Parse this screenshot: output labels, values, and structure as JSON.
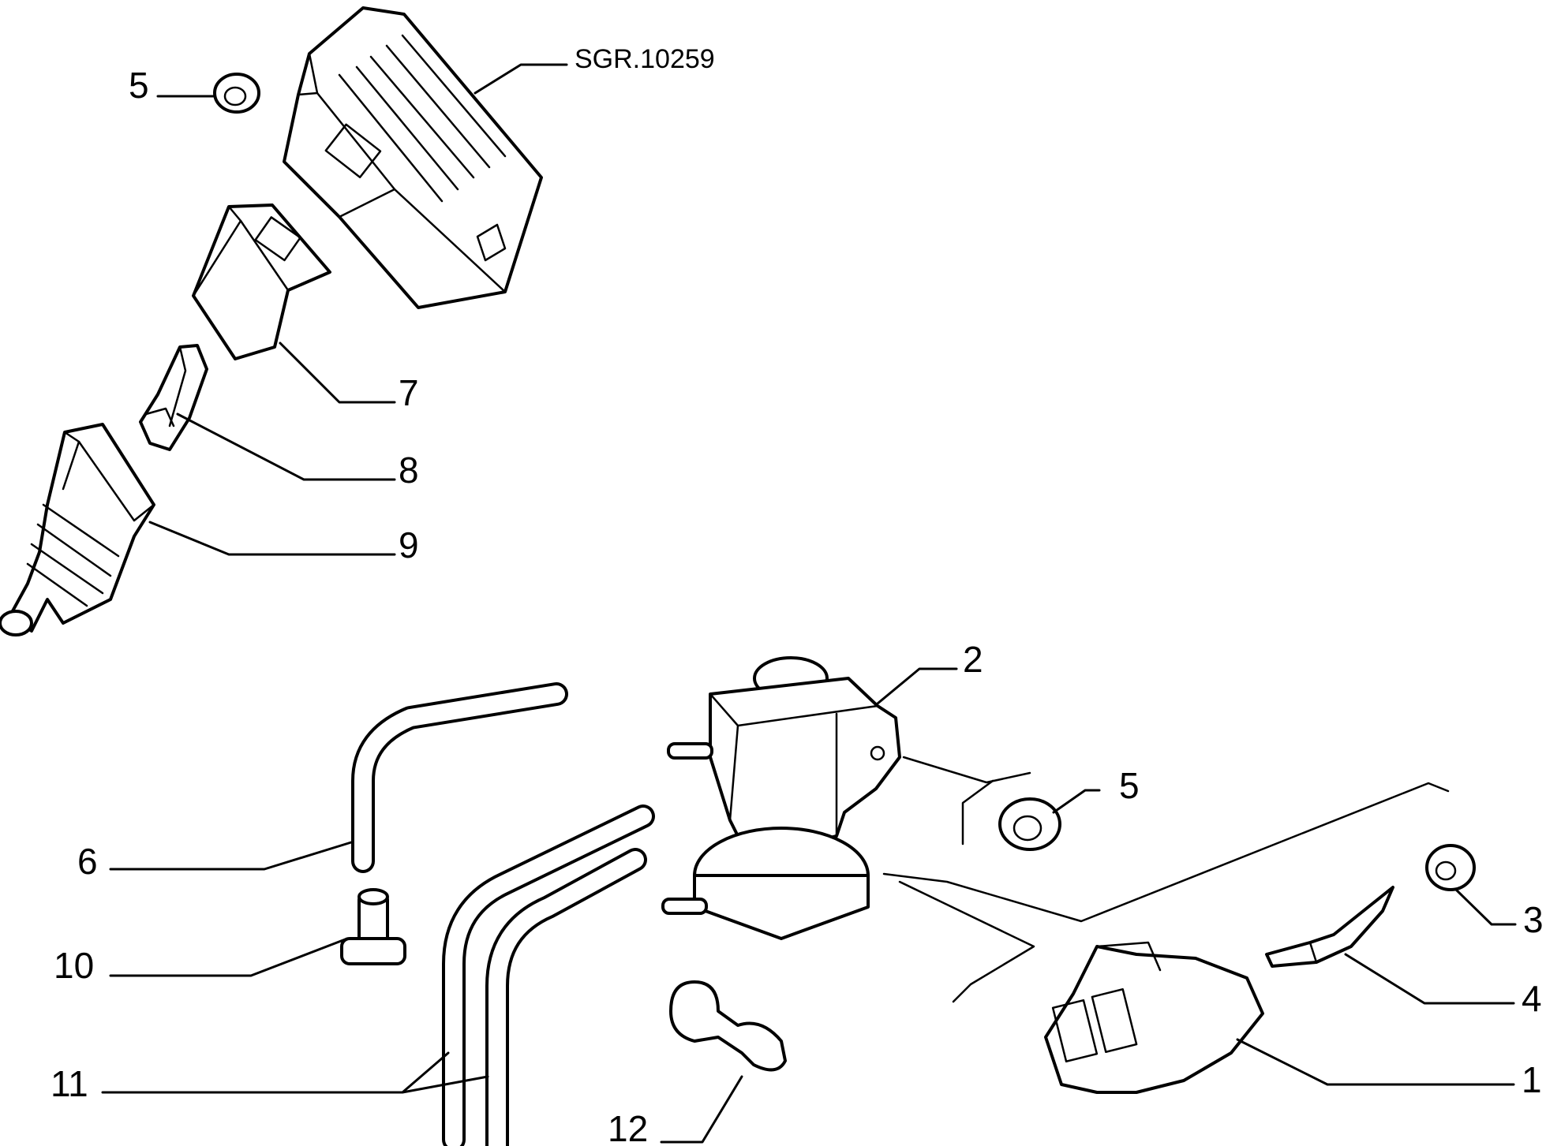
{
  "reference": "SGR.10259",
  "callouts": {
    "c1": "1",
    "c2": "2",
    "c3": "3",
    "c4": "4",
    "c5a": "5",
    "c5b": "5",
    "c6": "6",
    "c7": "7",
    "c8": "8",
    "c9": "9",
    "c10": "10",
    "c11": "11",
    "c12": "12"
  }
}
